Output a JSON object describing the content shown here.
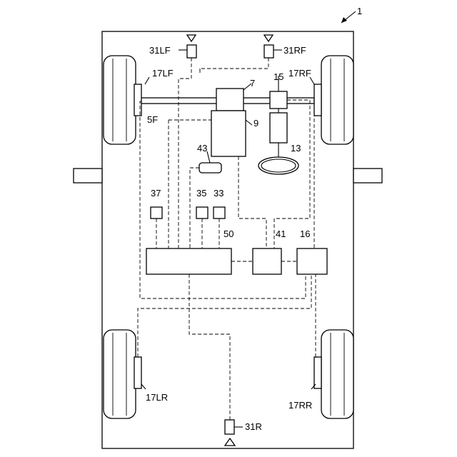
{
  "diagram": {
    "labels": {
      "vehicle": "1",
      "sensor_lf": "31LF",
      "sensor_rf": "31RF",
      "sensor_r": "31R",
      "wheel_lf": "17LF",
      "wheel_rf": "17RF",
      "wheel_lr": "17LR",
      "wheel_rr": "17RR",
      "axle": "5F",
      "part_7": "7",
      "part_9": "9",
      "part_13": "13",
      "part_15": "15",
      "part_16": "16",
      "part_33": "33",
      "part_35": "35",
      "part_37": "37",
      "part_41": "41",
      "part_43": "43",
      "part_50": "50"
    }
  }
}
